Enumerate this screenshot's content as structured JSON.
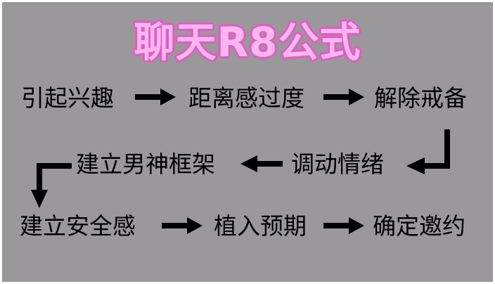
{
  "title": "聊天R8公式",
  "steps": {
    "s1": "引起兴趣",
    "s2": "距离感过度",
    "s3": "解除戒备",
    "s4": "调动情绪",
    "s5": "建立男神框架",
    "s6": "建立安全感",
    "s7": "植入预期",
    "s8": "确定邀约"
  },
  "colors": {
    "background": "#9a989b",
    "title_fill": "#ffb6ef",
    "title_outline": "#e05bc4",
    "text": "#000000"
  }
}
